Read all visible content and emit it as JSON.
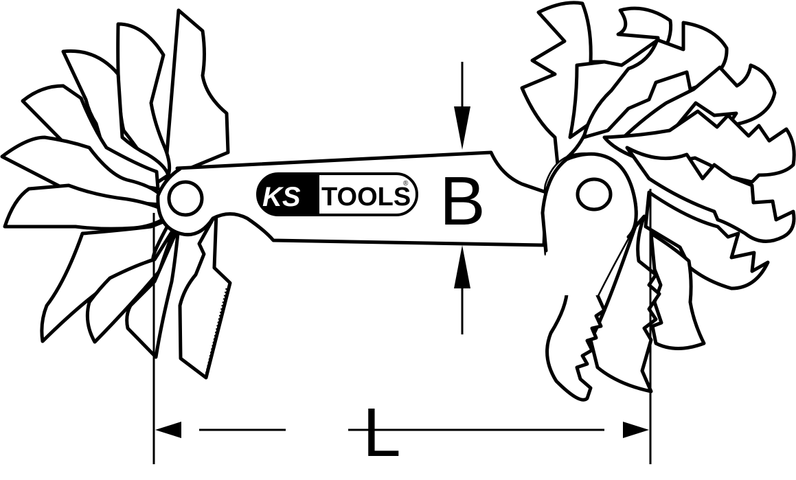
{
  "drawing": {
    "subject": "thread-pitch-gauge",
    "logo": {
      "brand_left": "KS",
      "brand_right": "TOOLS",
      "registered": "®"
    },
    "dimensions": {
      "width_label": "B",
      "length_label": "L"
    },
    "colors": {
      "line": "#000000",
      "background": "#ffffff"
    }
  }
}
